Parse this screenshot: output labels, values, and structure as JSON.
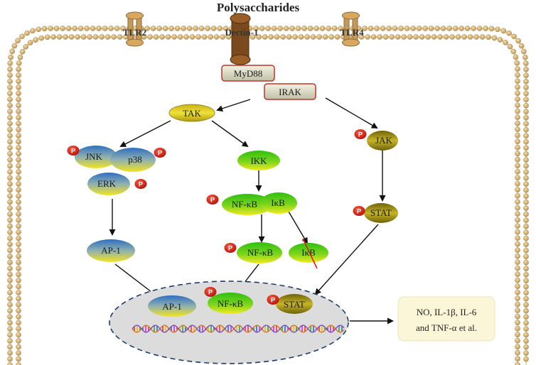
{
  "title": "Polysaccharides",
  "receptors": {
    "tlr2": "TLR2",
    "dectin1": "Dectin-1",
    "tlr4": "TLR4"
  },
  "adaptors": {
    "myd88": "MyD88",
    "irak": "IRAK"
  },
  "nodes": {
    "tak": "TAK",
    "jnk": "JNK",
    "p38": "p38",
    "erk": "ERK",
    "ap1": "AP-1",
    "ikk": "IKK",
    "nfkb_complex": "NF-κB",
    "ikb_complex": "IκB",
    "nfkb_free": "NF-κB",
    "ikb_free": "IκB",
    "jak": "JAK",
    "stat": "STAT"
  },
  "nucleus": {
    "ap1": "AP-1",
    "nfkb": "NF-κB",
    "stat": "STAT"
  },
  "phospho_label": "P",
  "output": {
    "line1": "NO, IL-1β, IL-6",
    "line2": "and TNF-α et al."
  },
  "colors": {
    "membrane_bead": "#c9a96a",
    "receptor": "#b8935a",
    "dectin": "#7a4a1e",
    "yellow_node": "#d8c21c",
    "green_node": "#39c21a",
    "blue_node": "#3f7fc4",
    "olive_node": "#8a7a10",
    "phospho": "#d8201e",
    "nucleus_fill": "#dcdcdc",
    "output_box": "#fbf6d8"
  }
}
